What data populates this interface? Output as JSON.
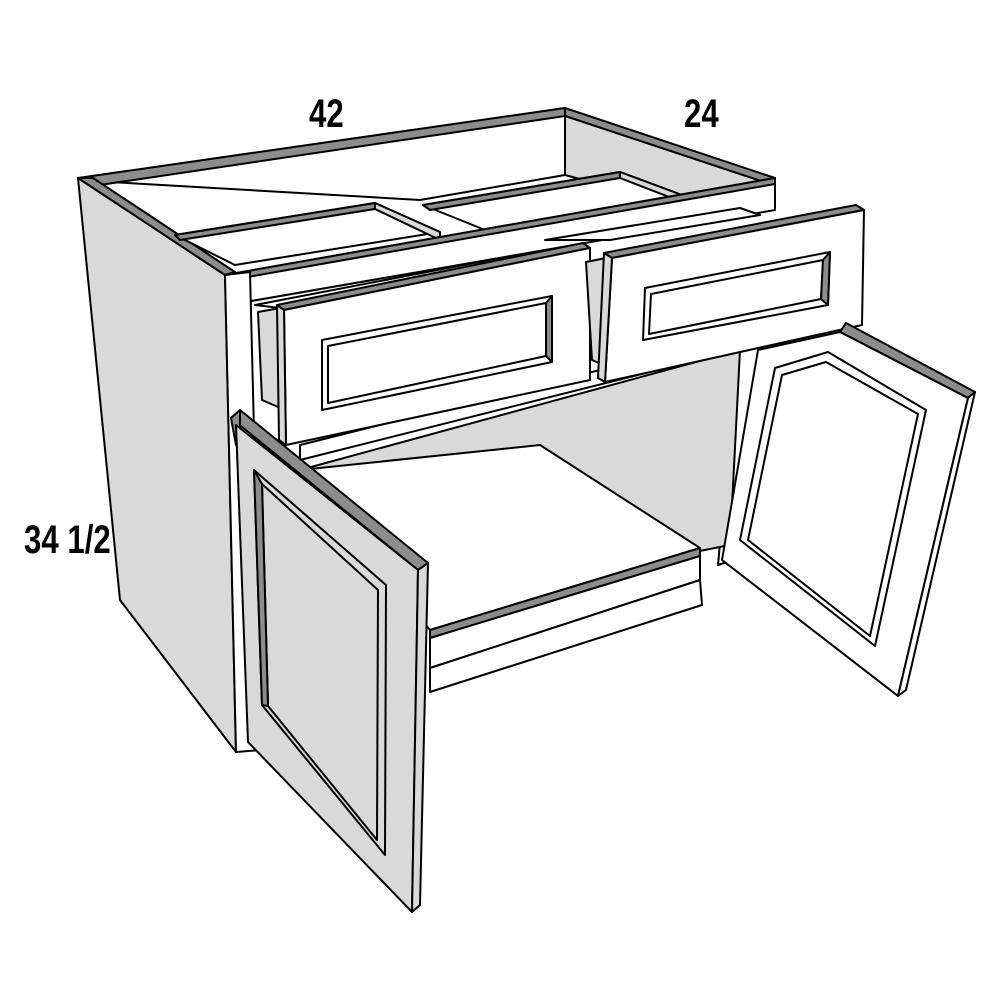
{
  "dimensions": {
    "width": "42",
    "depth": "24",
    "height": "34 1/2"
  }
}
